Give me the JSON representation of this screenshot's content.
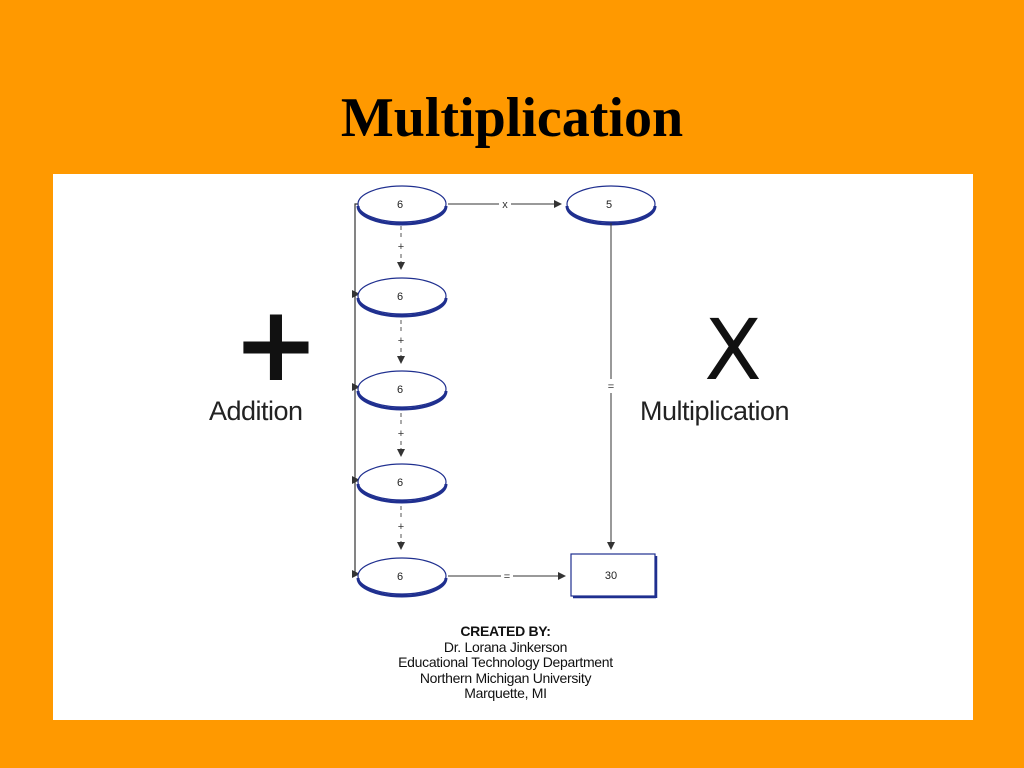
{
  "title": "Multiplication",
  "left": {
    "symbol": "+",
    "label": "Addition"
  },
  "right": {
    "symbol": "X",
    "label": "Multiplication"
  },
  "diagram": {
    "addend_nodes": [
      "6",
      "6",
      "6",
      "6",
      "6"
    ],
    "plus_labels": [
      "+",
      "+",
      "+",
      "+"
    ],
    "multiplier_node": "5",
    "times_label": "x",
    "equals_label_vertical": "=",
    "equals_label_horizontal": "=",
    "result": "30",
    "colors": {
      "node_outline": "#1f2f8f",
      "arrow": "#333333"
    }
  },
  "credits": {
    "heading": "CREATED BY:",
    "lines": [
      "Dr. Lorana Jinkerson",
      "Educational Technology Department",
      "Northern Michigan University",
      "Marquette, MI"
    ]
  }
}
